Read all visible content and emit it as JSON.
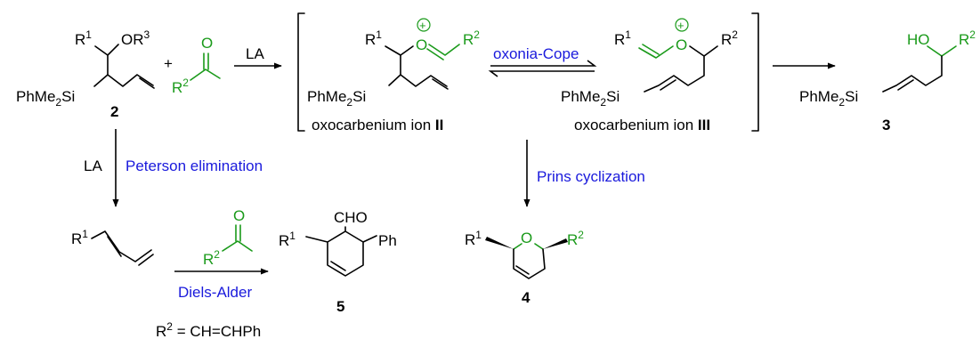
{
  "substituents": {
    "r1": "R",
    "r1_sup": "1",
    "r2": "R",
    "r2_sup": "2",
    "or3": "OR",
    "or3_sup": "3",
    "silyl": "PhMe",
    "silyl_sub": "2",
    "silyl_tail": "Si",
    "ho": "HO",
    "o": "O",
    "cho": "CHO",
    "ph": "Ph",
    "plus": "+",
    "charge": "+"
  },
  "compounds": {
    "c2": "2",
    "c3": "3",
    "c4": "4",
    "c5": "5",
    "ion2_name": "oxocarbenium ion ",
    "ion2_num": "II",
    "ion3_name": "oxocarbenium ion ",
    "ion3_num": "III"
  },
  "reactions": {
    "la": "LA",
    "oxonia_cope": "oxonia-Cope",
    "peterson": "Peterson elimination",
    "prins": "Prins cyclization",
    "diels_alder": "Diels-Alder"
  },
  "footnote": {
    "r2_prefix": "R",
    "r2_sup": "2",
    "r2_value": " = CH=CHPh"
  },
  "colors": {
    "black": "#000000",
    "green": "#1a9a1a",
    "blue": "#1a1adc"
  }
}
